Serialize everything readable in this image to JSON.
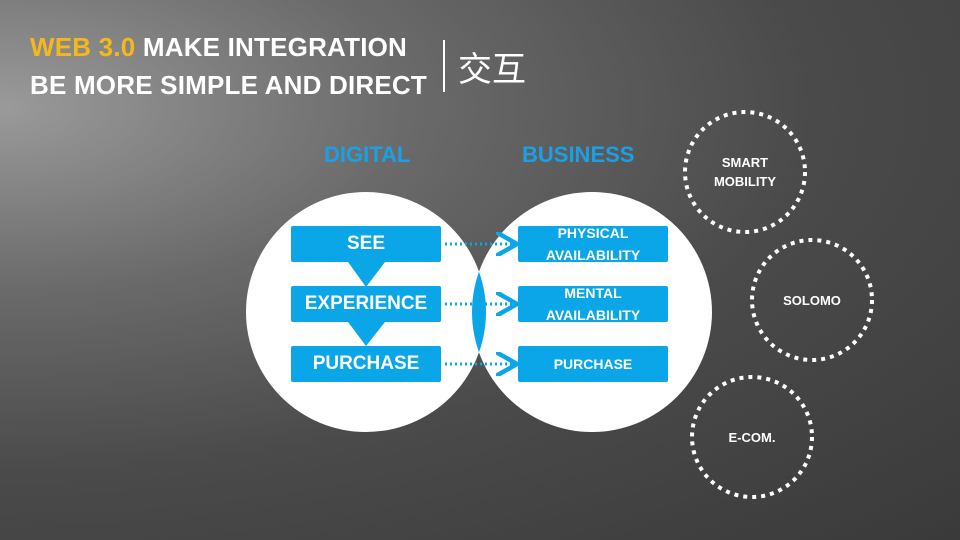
{
  "title": {
    "line1_accent": "WEB 3.0",
    "line1_rest": " MAKE INTEGRATION",
    "line2": "BE MORE SIMPLE AND DIRECT",
    "cn": "交互"
  },
  "colors": {
    "accent": "#f5b81c",
    "blue": "#0aa6e8",
    "heading_blue": "#1aa0e6",
    "white": "#ffffff"
  },
  "venn": {
    "digital": {
      "heading": "DIGITAL",
      "items": [
        "SEE",
        "EXPERIENCE",
        "PURCHASE"
      ]
    },
    "business": {
      "heading": "BUSINESS",
      "items": [
        {
          "line1": "PHYSICAL",
          "line2": "AVAILABILITY"
        },
        {
          "line1": "MENTAL",
          "line2": "AVAILABILITY"
        },
        {
          "line1": "PURCHASE",
          "line2": ""
        }
      ]
    }
  },
  "dashed_circles": [
    {
      "line1": "SMART",
      "line2": "MOBILITY"
    },
    {
      "line1": "SOLOMO",
      "line2": ""
    },
    {
      "line1": "E-COM.",
      "line2": ""
    }
  ]
}
